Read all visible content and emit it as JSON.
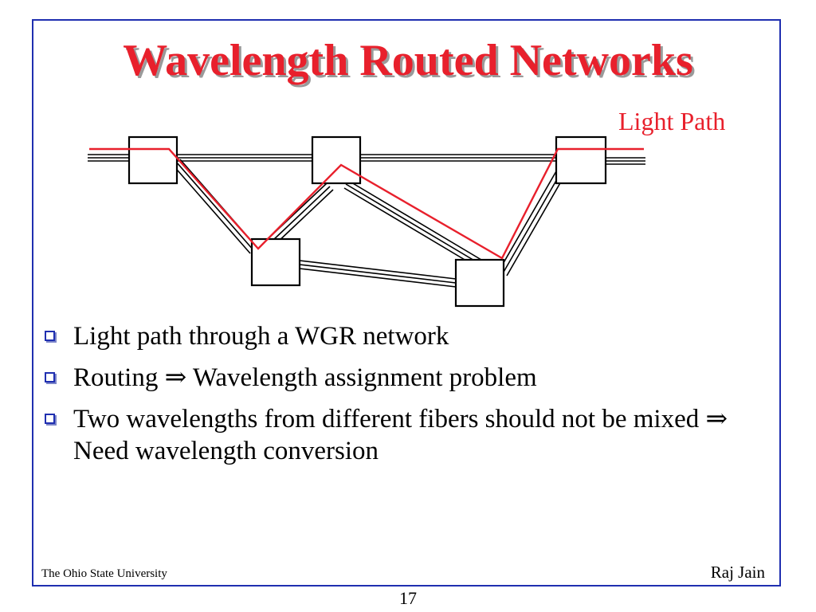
{
  "slide": {
    "title": "Wavelength Routed Networks",
    "light_path_label": "Light Path",
    "bullets": [
      "Light path through a WGR network",
      "Routing ⇒ Wavelength assignment problem",
      "Two wavelengths from different fibers should not be mixed ⇒ Need wavelength conversion"
    ],
    "footer_left": "The Ohio State University",
    "footer_right": "Raj Jain",
    "page_number": "17"
  },
  "colors": {
    "title": "#e8202c",
    "light_path": "#e8202c",
    "frame": "#1f2fb0",
    "fiber": "#000000"
  },
  "diagram": {
    "nodes": [
      "node-1",
      "node-2",
      "node-3",
      "node-4",
      "node-5"
    ]
  }
}
